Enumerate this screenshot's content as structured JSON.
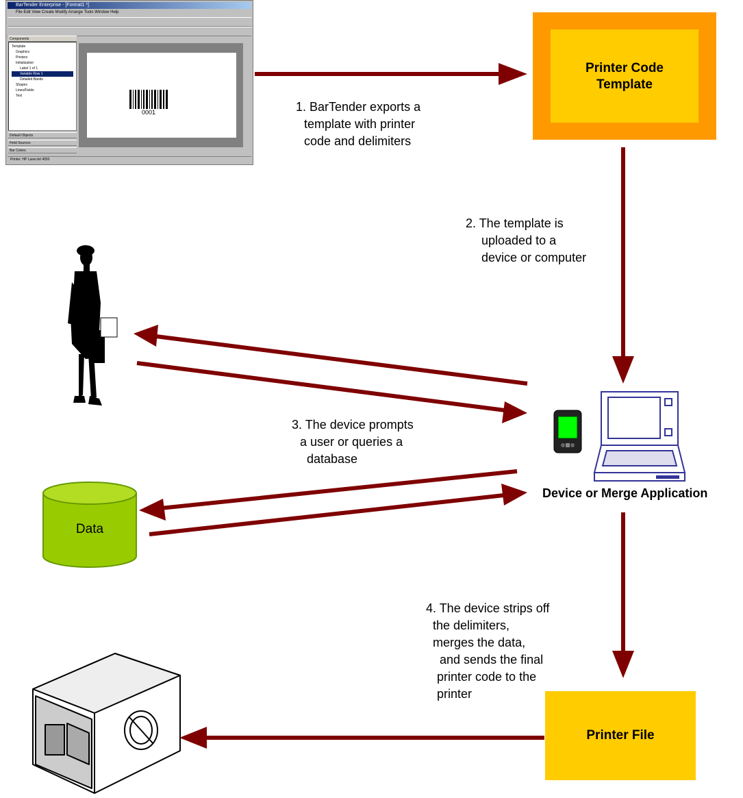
{
  "bartender_window": {
    "title": "BarTender Enterprise - [Format1 *]",
    "menu": "File  Edit  View  Create  Modify  Arrange  Tools  Window  Help",
    "tree_header": "Components",
    "tree_items": [
      "Template",
      "Graphics",
      "Printers",
      "Initialization",
      "Label 1 of 1",
      "Variable Row 1",
      "Detailed Bands",
      "Shapes",
      "Lines/Fields",
      "Text"
    ],
    "panels": [
      "Default Objects",
      "Field Sources",
      "Bar Colors"
    ],
    "status": "Printer: HP LaserJet 4050",
    "barcode_number": "0001"
  },
  "nodes": {
    "printer_code_template": {
      "line1": "Printer Code",
      "line2": "Template"
    },
    "device_label": "Device or Merge Application",
    "data_label": "Data",
    "printer_file": "Printer File"
  },
  "steps": {
    "step1": [
      "1. BarTender exports a",
      "template with printer",
      "code and delimiters"
    ],
    "step2": [
      "2. The template is",
      "uploaded to a",
      "device or computer"
    ],
    "step3": [
      "3. The device prompts",
      "a user or queries a",
      "database"
    ],
    "step4": [
      "4. The device strips off",
      "the delimiters,",
      "merges the data,",
      "and sends the final",
      "printer code to the",
      "printer"
    ]
  },
  "colors": {
    "arrow": "#7f0000",
    "template_outer": "#ff9900",
    "template_inner": "#ffcc00",
    "printer_file": "#ffcc00",
    "data_cylinder": "#99cc00",
    "laptop": "#333399",
    "pda_screen": "#00ff00"
  }
}
